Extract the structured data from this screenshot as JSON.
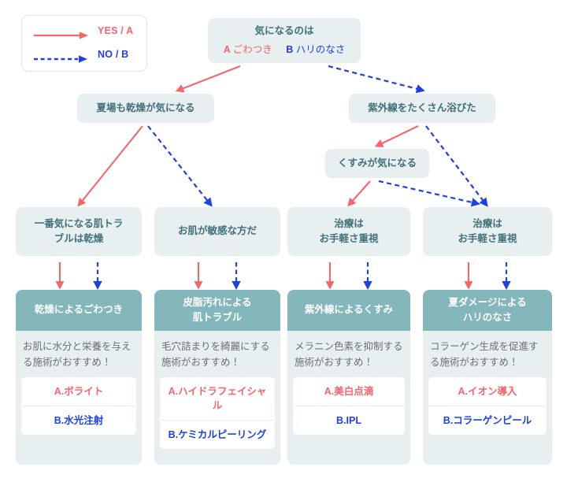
{
  "legend": {
    "yes": {
      "label": "YES / A",
      "color": "#f5656b",
      "style": "solid",
      "icon": "arrow-right-icon"
    },
    "no": {
      "label": "NO / B",
      "color": "#2040e6",
      "style": "dashed",
      "icon": "arrow-right-dashed-icon"
    }
  },
  "colors": {
    "node_bg": "#e7eff0",
    "node_text": "#43707a",
    "card_header_bg": "#83b7bb",
    "card_body_text": "#6f6f6f",
    "yes_red": "#f5656b",
    "no_blue": "#2040e6",
    "page_bg": "#ffffff"
  },
  "nodes": {
    "root": {
      "question": "気になるのは",
      "option_a_tag": "A",
      "option_a_text": "ごわつき",
      "option_b_tag": "B",
      "option_b_text": "ハリのなさ"
    },
    "level2_left": {
      "text": "夏場も乾燥が気になる"
    },
    "level2_right": {
      "text": "紫外線をたくさん浴びた"
    },
    "level3": {
      "text": "くすみが気になる"
    },
    "level4": [
      {
        "line1": "一番気になる肌トラ",
        "line2": "ブルは乾燥"
      },
      {
        "line1": "お肌が敏感な方だ",
        "line2": ""
      },
      {
        "line1": "治療は",
        "line2": "お手軽さ重視"
      },
      {
        "line1": "治療は",
        "line2": "お手軽さ重視"
      }
    ]
  },
  "cards": [
    {
      "title_line1": "乾燥によるごわつき",
      "title_line2": "",
      "body": "お肌に水分と栄養を与える施術がおすすめ！",
      "option_a": "A.ボライト",
      "option_b": "B.水光注射"
    },
    {
      "title_line1": "皮脂汚れによる",
      "title_line2": "肌トラブル",
      "body": "毛穴詰まりを綺麗にする施術がおすすめ！",
      "option_a": "A.ハイドラフェイシャル",
      "option_b": "B.ケミカルピーリング"
    },
    {
      "title_line1": "紫外線によるくすみ",
      "title_line2": "",
      "body": "メラニン色素を抑制する施術がおすすめ！",
      "option_a": "A.美白点滴",
      "option_b": "B.IPL"
    },
    {
      "title_line1": "夏ダメージによる",
      "title_line2": "ハリのなさ",
      "body": "コラーゲン生成を促進する施術がおすすめ！",
      "option_a": "A.イオン導入",
      "option_b": "B.コラーゲンピール"
    }
  ]
}
